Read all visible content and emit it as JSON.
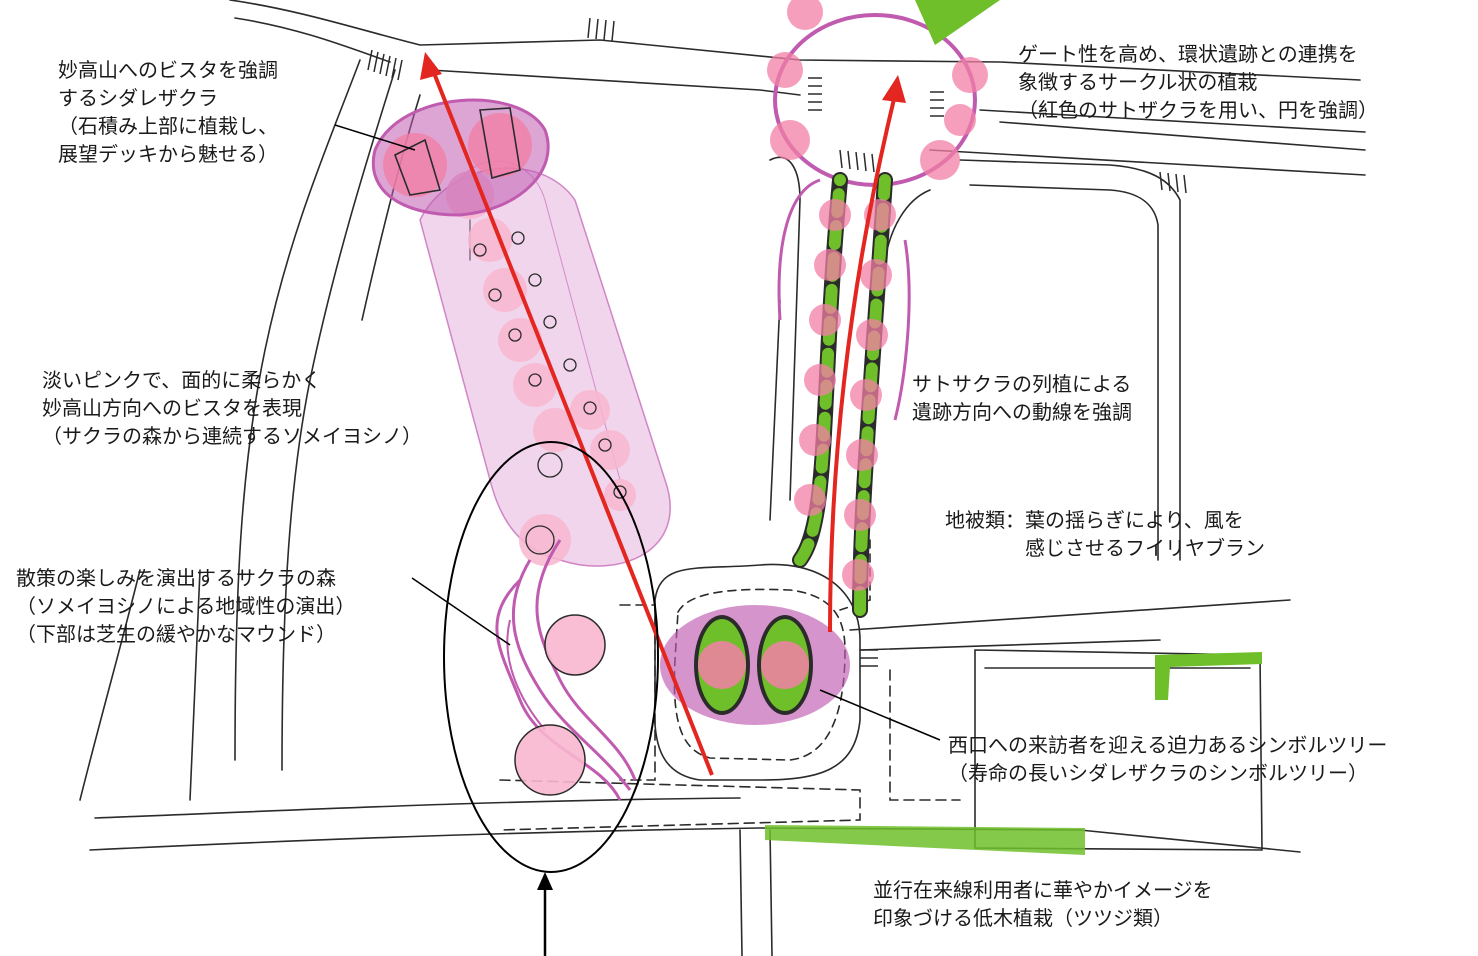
{
  "colors": {
    "line": "#2b2b2b",
    "pink_light": "#f8b6cf",
    "pink_mid": "#f27fa6",
    "magenta": "#c05bb0",
    "magenta_pale": "#e5b3dd",
    "green": "#6fbf2a",
    "arrow_red": "#e3261f",
    "text": "#1a1a1a"
  },
  "annotations": {
    "vista_shidare": {
      "lines": [
        "妙高山へのビスタを強調",
        "するシダレザクラ",
        "（石積み上部に植栽し、",
        "展望デッキから魅せる）"
      ]
    },
    "gate_circle": {
      "lines": [
        "ゲート性を高め、環状遺跡との連携を",
        "象徴するサークル状の植栽",
        "（紅色のサトザクラを用い、円を強調）"
      ]
    },
    "pale_pink_vista": {
      "lines": [
        "淡いピンクで、面的に柔らかく",
        "妙高山方向へのビスタを表現",
        "（サクラの森から連続するソメイヨシノ）"
      ]
    },
    "satozakura_row": {
      "lines": [
        "サトサクラの列植による",
        "遺跡方向への動線を強調"
      ]
    },
    "groundcover": {
      "lines": [
        "地被類：葉の揺らぎにより、風を",
        "　　　　感じさせるフイリヤブラン"
      ]
    },
    "sakura_forest": {
      "lines": [
        "散策の楽しみを演出するサクラの森",
        "（ソメイヨシノによる地域性の演出）",
        "（下部は芝生の緩やかなマウンド）"
      ]
    },
    "symbol_tree": {
      "lines": [
        "西口への来訪者を迎える迫力あるシンボルツリー",
        "（寿命の長いシダレザクラのシンボルツリー）"
      ]
    },
    "low_shrubs": {
      "lines": [
        "並行在来線利用者に華やかイメージを",
        "印象づける低木植栽（ツツジ類）"
      ]
    }
  }
}
